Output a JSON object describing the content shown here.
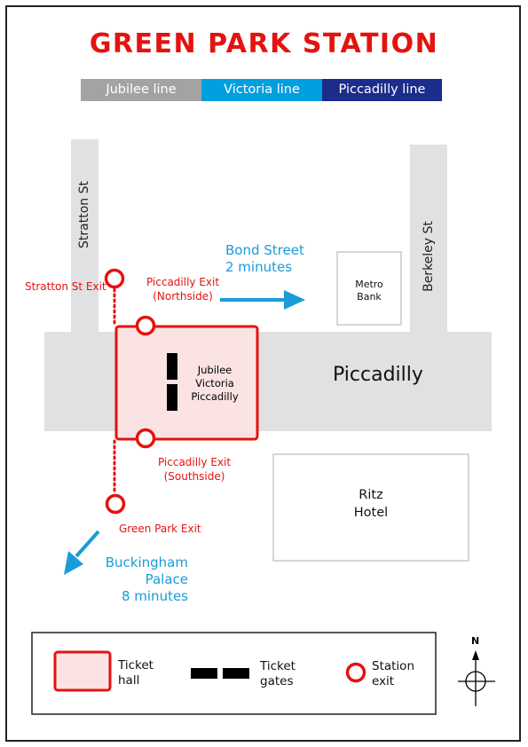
{
  "title": "GREEN PARK STATION",
  "lines": [
    {
      "label": "Jubilee line",
      "color": "#a3a3a3"
    },
    {
      "label": "Victoria line",
      "color": "#009fe0"
    },
    {
      "label": "Piccadilly line",
      "color": "#1b2c8a"
    }
  ],
  "streets": {
    "stratton": "Stratton St",
    "berkeley": "Berkeley St",
    "piccadilly": "Piccadilly"
  },
  "buildings": {
    "metro_bank": [
      "Metro",
      "Bank"
    ],
    "ritz": [
      "Ritz",
      "Hotel"
    ]
  },
  "ticket_hall_lines": [
    "Jubilee",
    "Victoria",
    "Piccadilly"
  ],
  "exits": {
    "stratton": "Stratton St Exit",
    "north": [
      "Piccadilly Exit",
      "(Northside)"
    ],
    "south": [
      "Piccadilly Exit",
      "(Southside)"
    ],
    "green_park": "Green Park Exit"
  },
  "directions": {
    "bond_street": [
      "Bond Street",
      "2 minutes"
    ],
    "buckingham": [
      "Buckingham",
      "Palace",
      "8 minutes"
    ]
  },
  "legend": {
    "ticket_hall": [
      "Ticket",
      "hall"
    ],
    "ticket_gates": [
      "Ticket",
      "gates"
    ],
    "station_exit": [
      "Station",
      "exit"
    ]
  },
  "compass": "N",
  "colors": {
    "red": "#e3130f",
    "blue": "#1a9cd8",
    "street": "#e1e0e2"
  }
}
